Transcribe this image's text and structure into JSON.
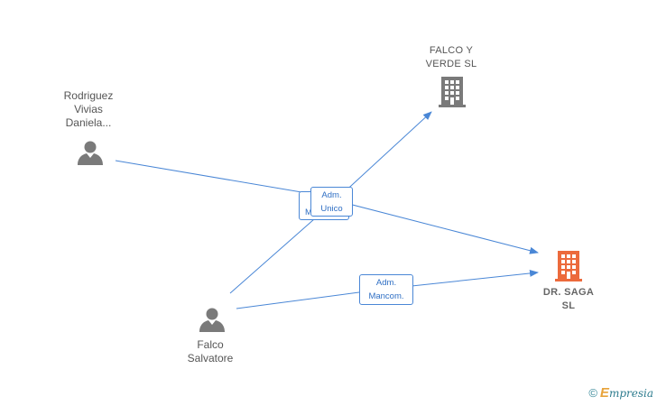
{
  "nodes": {
    "rodriguez": {
      "lines": [
        "Rodriguez",
        "Vivias",
        "Daniela..."
      ],
      "type": "person"
    },
    "falco_salvatore": {
      "lines": [
        "Falco",
        "Salvatore"
      ],
      "type": "person"
    },
    "falco_y_verde": {
      "lines": [
        "FALCO Y",
        "VERDE  SL"
      ],
      "type": "company"
    },
    "dr_saga": {
      "lines": [
        "DR.  SAGA",
        "SL"
      ],
      "type": "company",
      "focus": true
    }
  },
  "edge_labels": {
    "back_box": {
      "line1": "",
      "line2": "M"
    },
    "front_box": {
      "line1": "Adm.",
      "line2": "Unico"
    },
    "mancom_box": {
      "line1": "Adm.",
      "line2": "Mancom."
    }
  },
  "colors": {
    "edge": "#4a87d6",
    "person_icon": "#7a7a7a",
    "company_icon": "#7a7a7a",
    "focus_company_icon": "#ec6a3c"
  },
  "watermark": {
    "copyright": "©",
    "brand_e": "E",
    "brand_rest": "mpresia"
  }
}
